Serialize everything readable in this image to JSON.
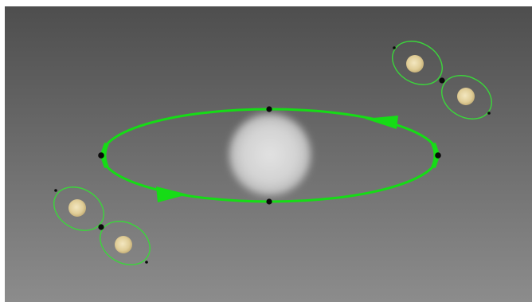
{
  "colors": {
    "background_top": "#4e4e4e",
    "background_bottom": "#8c8c8c",
    "orbit": "#16dc16",
    "orbit_thin": "#3bd63b",
    "node": "#0a0a0a",
    "central_body": "#d8d8d8",
    "small_body": "#e6d7a8"
  },
  "diagram": {
    "main_orbit": {
      "direction_arrows": 2,
      "marker_points": 4
    },
    "figure_eight_orbits": 2,
    "small_bodies_per_orbit": 2
  }
}
